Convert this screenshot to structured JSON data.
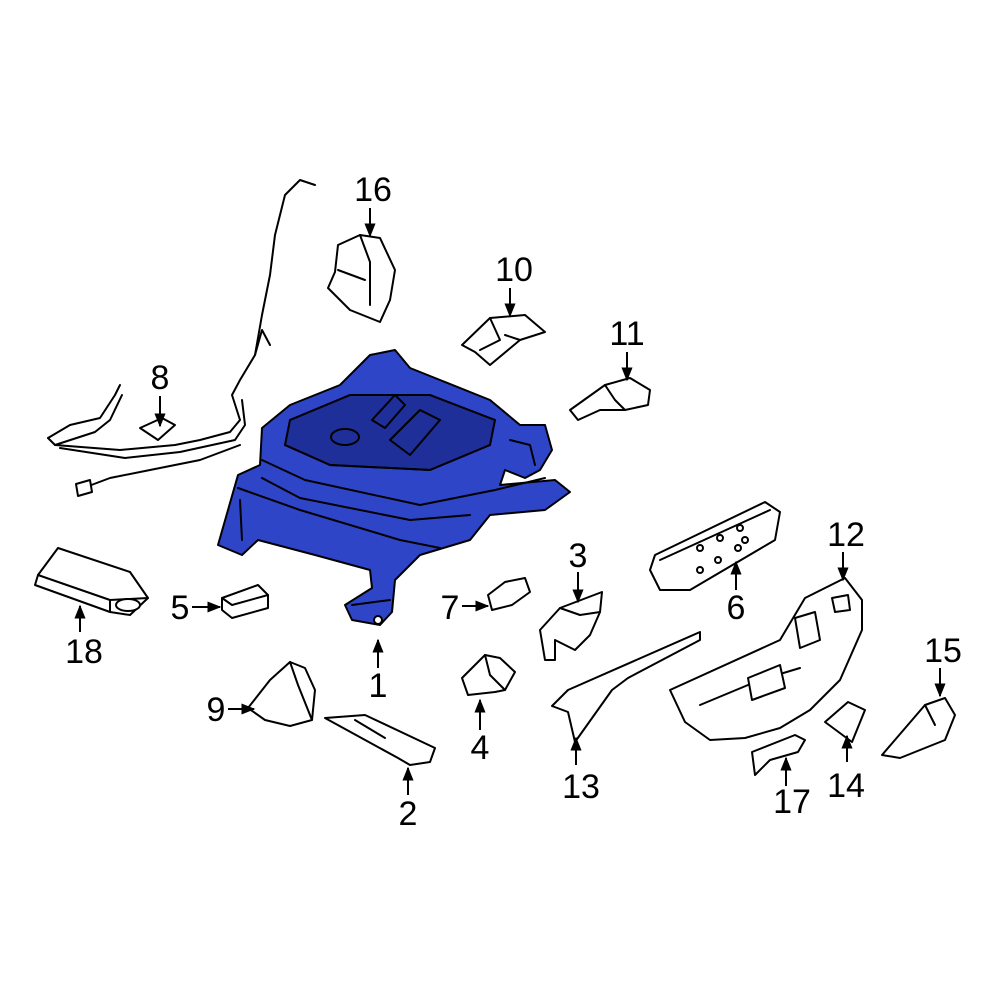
{
  "diagram": {
    "highlight_color": "#2f45c8",
    "callouts": {
      "c1": "1",
      "c2": "2",
      "c3": "3",
      "c4": "4",
      "c5": "5",
      "c6": "6",
      "c7": "7",
      "c8": "8",
      "c9": "9",
      "c10": "10",
      "c11": "11",
      "c12": "12",
      "c13": "13",
      "c14": "14",
      "c15": "15",
      "c16": "16",
      "c17": "17",
      "c18": "18"
    }
  }
}
